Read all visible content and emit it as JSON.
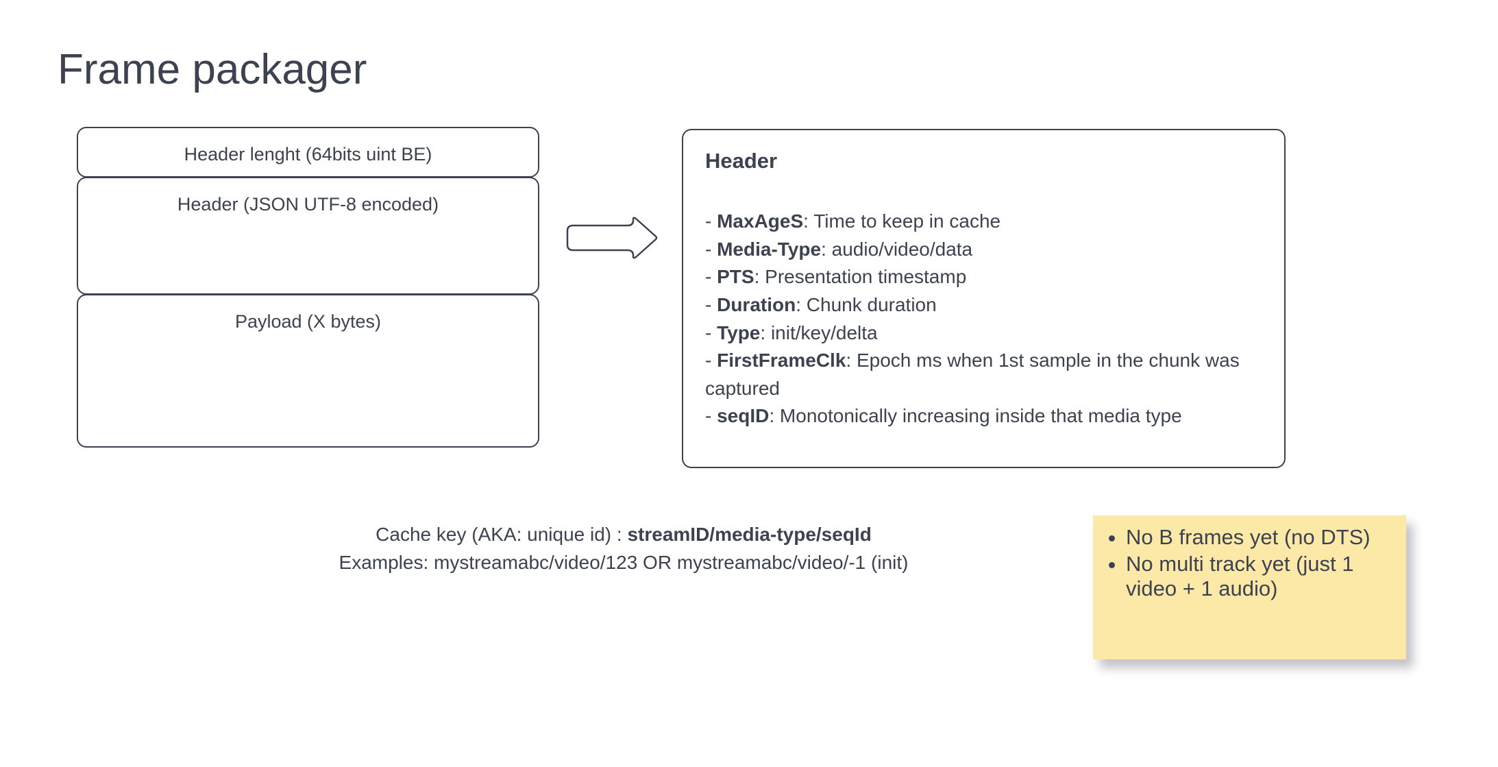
{
  "slide": {
    "title": "Frame packager"
  },
  "packet_stack": {
    "name": "wire-format-stack",
    "boxes": [
      {
        "label": "Header lenght (64bits uint BE)",
        "name": "header-length-box"
      },
      {
        "label": "Header (JSON UTF-8 encoded)",
        "name": "header-json-box"
      },
      {
        "label": "Payload (X bytes)",
        "name": "payload-box"
      }
    ]
  },
  "arrow": {
    "icon": "right-block-arrow-icon",
    "direction": "right"
  },
  "header_panel": {
    "title": "Header",
    "fields": [
      {
        "prefix": "- ",
        "key": "MaxAgeS",
        "sep": ": ",
        "value": "Time to keep in cache"
      },
      {
        "prefix": "- ",
        "key": "Media-Type",
        "sep": ": ",
        "value": "audio/video/data"
      },
      {
        "prefix": "- ",
        "key": "PTS",
        "sep": ": ",
        "value": "Presentation timestamp"
      },
      {
        "prefix": "- ",
        "key": "Duration",
        "sep": ": ",
        "value": "Chunk duration"
      },
      {
        "prefix": "- ",
        "key": "Type",
        "sep": ": ",
        "value": "init/key/delta"
      },
      {
        "prefix": "- ",
        "key": "FirstFrameClk",
        "sep": ": ",
        "value": "Epoch ms when 1st sample in the chunk was captured"
      },
      {
        "prefix": "- ",
        "key": "seqID",
        "sep": ": ",
        "value": "Monotonically increasing inside that media type"
      }
    ]
  },
  "cache_key": {
    "line1_plain": "Cache key (AKA: unique id) : ",
    "line1_bold": "streamID/media-type/seqId",
    "line2": "Examples: mystreamabc/video/123 OR mystreamabc/video/-1 (init)"
  },
  "sticky_note": {
    "items": [
      "No B frames yet (no DTS)",
      "No multi track yet (just 1 video + 1 audio)"
    ],
    "background_color": "#fce9a8"
  },
  "colors": {
    "text": "#3c4250",
    "stroke": "#3c4250",
    "background": "#ffffff",
    "note": "#fce9a8"
  }
}
